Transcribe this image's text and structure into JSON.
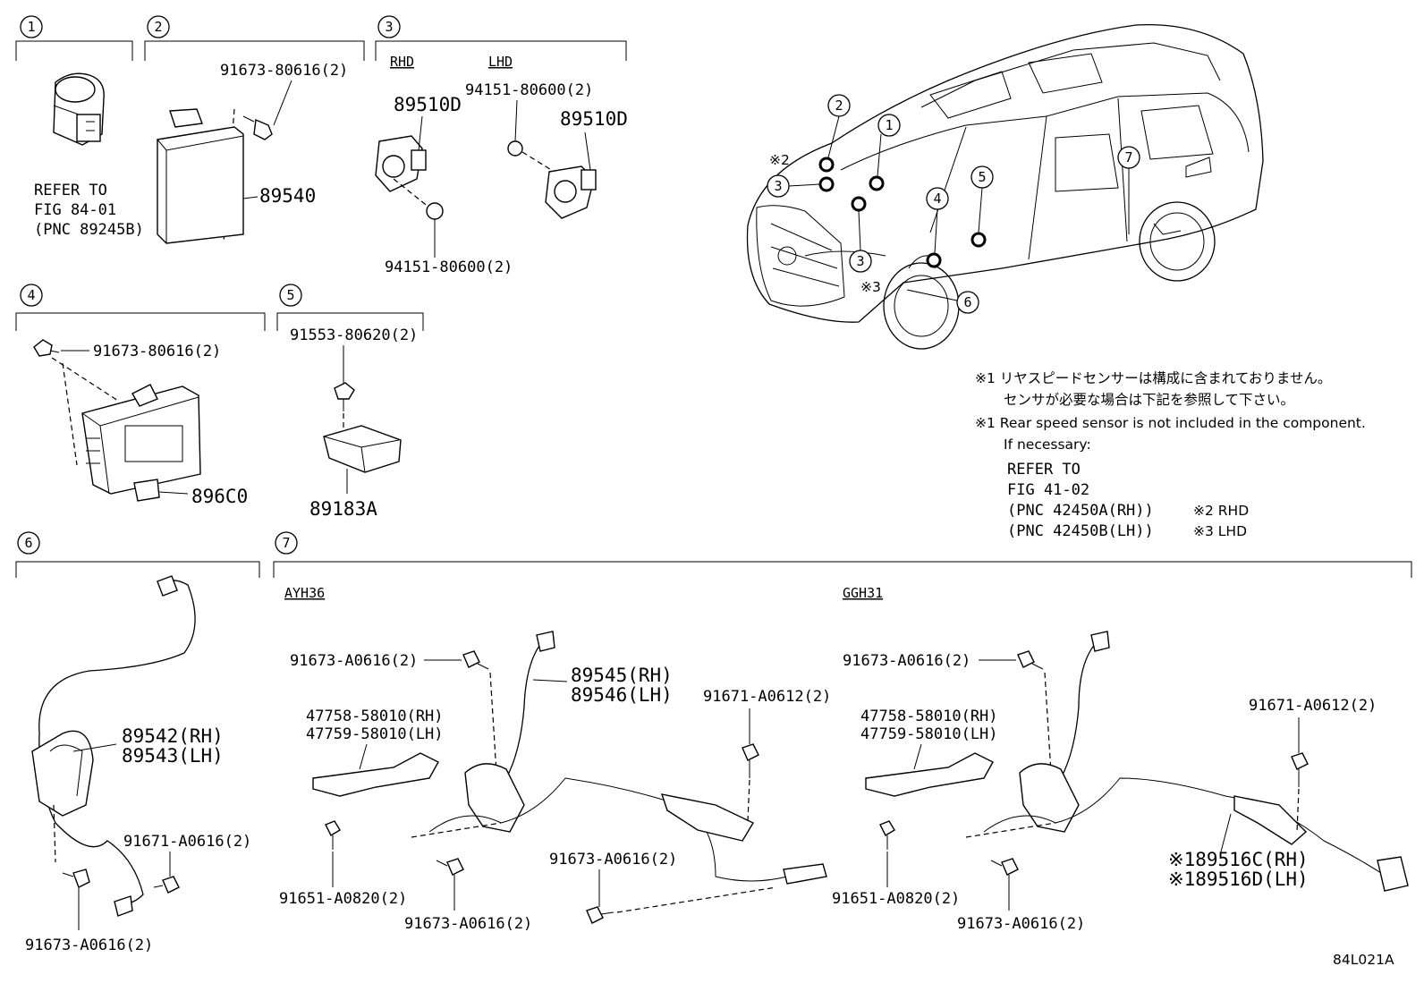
{
  "sections": [
    {
      "num": "1"
    },
    {
      "num": "2"
    },
    {
      "num": "3"
    },
    {
      "num": "4"
    },
    {
      "num": "5"
    },
    {
      "num": "6"
    },
    {
      "num": "7"
    }
  ],
  "sec1": {
    "refer": [
      "REFER TO",
      "FIG 84-01",
      "(PNC 89245B)"
    ]
  },
  "sec2": {
    "bolt": "91673-80616(2)",
    "part": "89540"
  },
  "sec3": {
    "rhd": "RHD",
    "lhd": "LHD",
    "rhd_part": "89510D",
    "lhd_part": "89510D",
    "lhd_nut": "94151-80600(2)",
    "rhd_nut": "94151-80600(2)"
  },
  "sec4": {
    "bolt": "91673-80616(2)",
    "part": "896C0"
  },
  "sec5": {
    "bolt": "91553-80620(2)",
    "part": "89183A"
  },
  "sec6": {
    "part_rh": "89542(RH)",
    "part_lh": "89543(LH)",
    "bolt_a": "91671-A0616(2)",
    "bolt_b": "91673-A0616(2)"
  },
  "sec7": {
    "ayh": {
      "model": "AYH36",
      "bolt_top": "91673-A0616(2)",
      "bracket_rh": "47758-58010(RH)",
      "bracket_lh": "47759-58010(LH)",
      "sensor_rh": "89545(RH)",
      "sensor_lh": "89546(LH)",
      "bolt_right": "91671-A0612(2)",
      "bolt_left_low": "91651-A0820(2)",
      "bolt_mid_low": "91673-A0616(2)",
      "bolt_bottom": "91673-A0616(2)"
    },
    "ggh": {
      "model": "GGH31",
      "bolt_top": "91673-A0616(2)",
      "bracket_rh": "47758-58010(RH)",
      "bracket_lh": "47759-58010(LH)",
      "bolt_right": "91671-A0612(2)",
      "sensor_rh": "※189516C(RH)",
      "sensor_lh": "※189516D(LH)",
      "bolt_left_low": "91651-A0820(2)",
      "bolt_mid_low": "91673-A0616(2)"
    }
  },
  "vehicle": {
    "callouts": [
      "1",
      "2",
      "3",
      "3",
      "4",
      "5",
      "6",
      "7"
    ],
    "mark2": "※2",
    "mark3": "※3"
  },
  "notes": {
    "jp1": "※1 リヤスピードセンサーは構成に含まれておりません。",
    "jp2": "センサが必要な場合は下記を参照して下さい。",
    "en1": "※1 Rear speed sensor is not included in the component.",
    "en2": "If necessary:",
    "refer": [
      "REFER TO",
      "FIG 41-02",
      "(PNC 42450A(RH))",
      "(PNC 42450B(LH))"
    ],
    "mark2": "※2 RHD",
    "mark3": "※3 LHD"
  },
  "figure_id": "84L021A"
}
